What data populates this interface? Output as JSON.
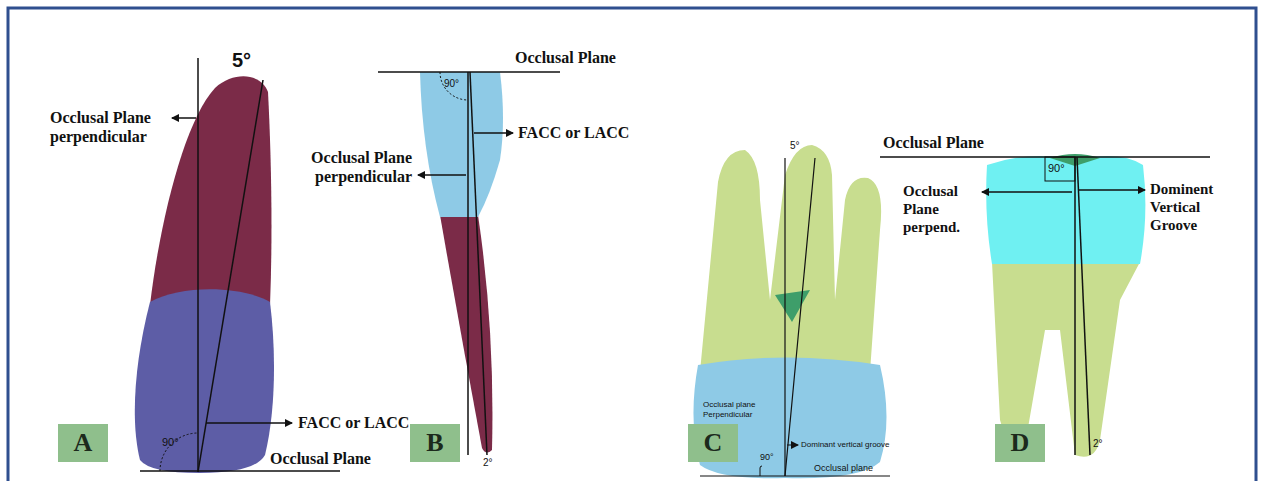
{
  "diagram": {
    "nodes": [
      {
        "text": [
          "A"
        ]
      },
      {
        "text": [
          "B"
        ]
      },
      {
        "text": [
          "C"
        ]
      },
      {
        "text": [
          "D"
        ]
      }
    ],
    "labels": [
      "5°",
      "Occlusal Plane perpendicular",
      "FACC or LACC",
      "90°",
      "Occlusal Plane",
      "Occlusal Plane",
      "90°",
      "FACC or LACC",
      "Occlusal Plane perpendicular",
      "2°",
      "5°",
      "Occlusal plane Perpendicular",
      "Dominant vertical groove",
      "90°",
      "Occlusal plane",
      "Occlusal Plane",
      "90°",
      "Occlusal Plane perpend.",
      "Dominent Vertical Groove",
      "2°"
    ]
  }
}
